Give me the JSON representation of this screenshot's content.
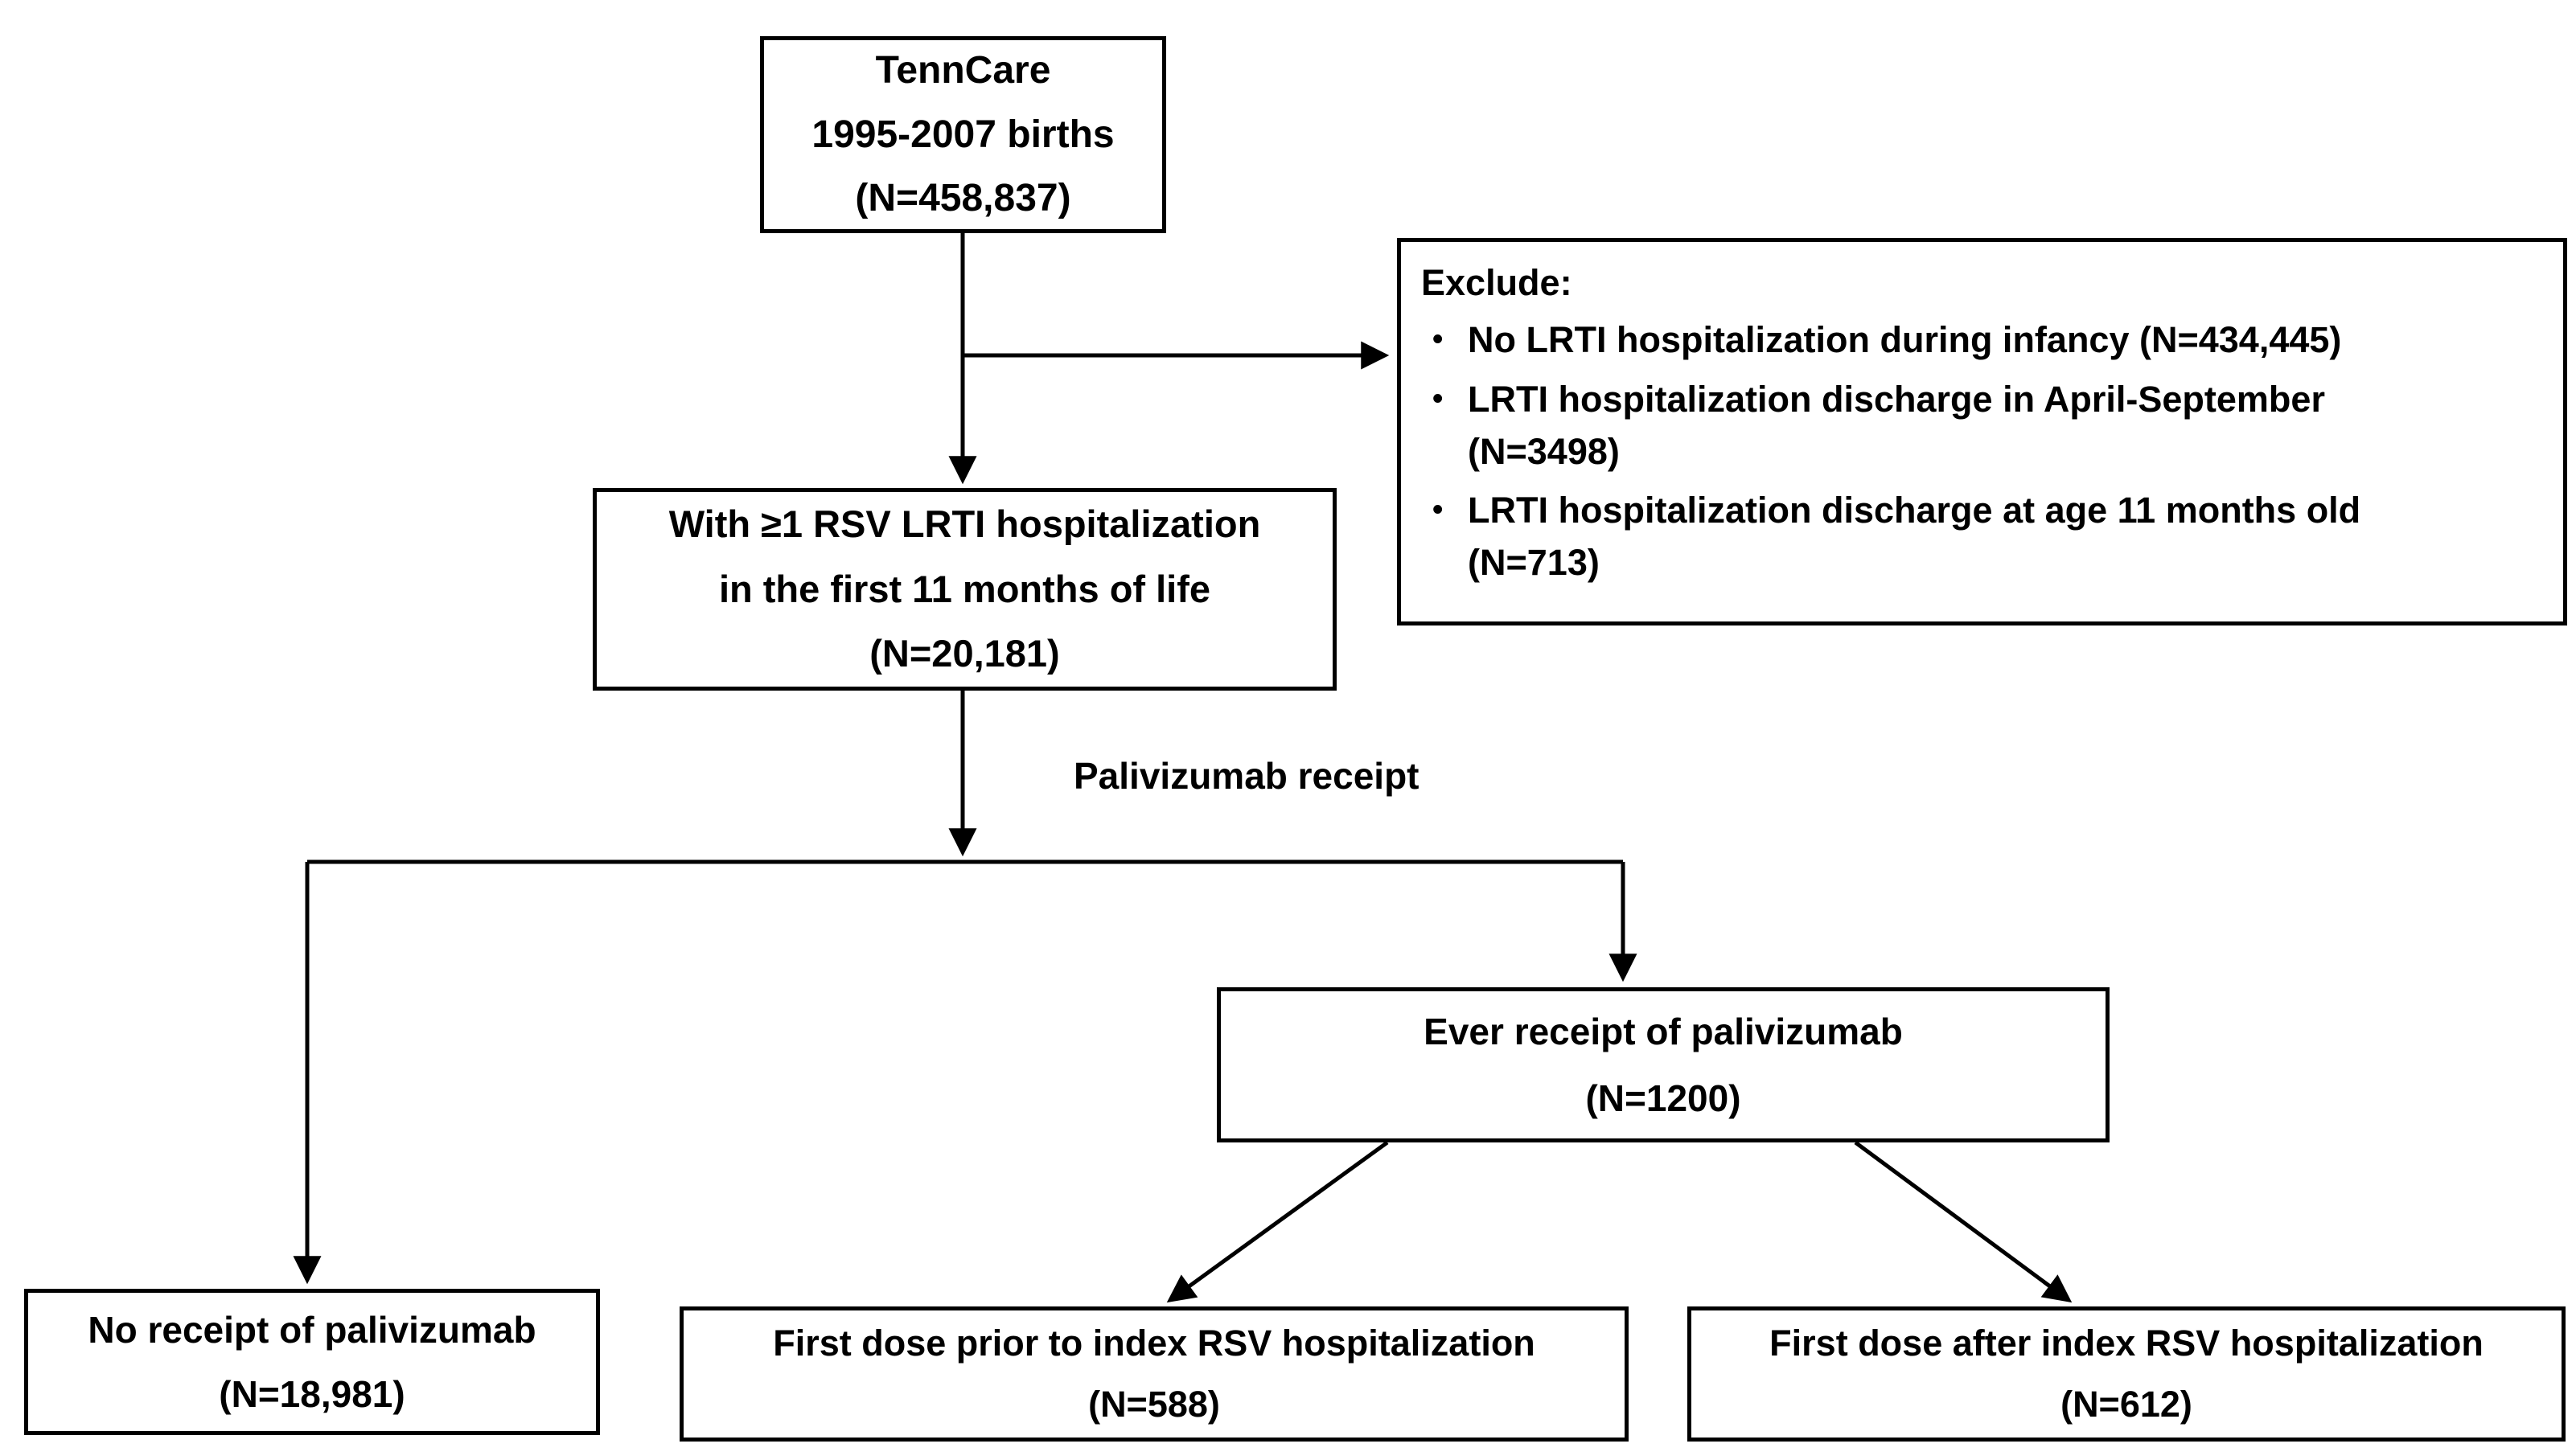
{
  "colors": {
    "background": "#ffffff",
    "line": "#000000",
    "text": "#000000",
    "box_border": "#000000"
  },
  "boxes": {
    "tenncare": {
      "text": "TennCare\n1995-2007 births\n(N=458,837)"
    },
    "exclude": {
      "header": "Exclude:",
      "bullet": "•",
      "items": [
        "No LRTI hospitalization during infancy (N=434,445)",
        "LRTI hospitalization discharge in April-September\n(N=3498)",
        "LRTI hospitalization discharge at age 11 months old\n(N=713)"
      ]
    },
    "rsv_cohort": {
      "text": "With ≥1 RSV LRTI hospitalization\nin the first 11 months of life\n(N=20,181)"
    },
    "ever_receipt": {
      "text": "Ever receipt of palivizumab\n(N=1200)"
    },
    "no_receipt": {
      "text": "No receipt of palivizumab\n(N=18,981)"
    },
    "first_dose_prior": {
      "text": "First dose prior to index RSV hospitalization\n(N=588)"
    },
    "first_dose_after": {
      "text": "First dose after index RSV hospitalization\n(N=612)"
    }
  },
  "labels": {
    "palivizumab_receipt": "Palivizumab receipt"
  }
}
